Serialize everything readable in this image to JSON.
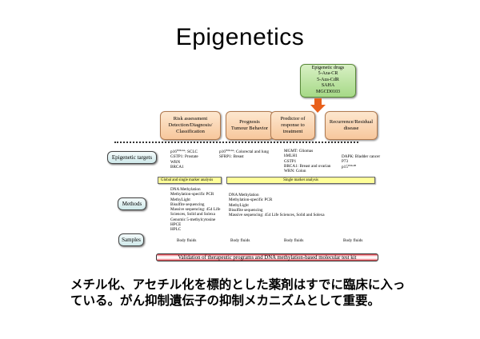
{
  "slide": {
    "title": "Epigenetics",
    "drugs_box": {
      "lines": [
        "Epigenetic drugs",
        "5-Aza-CR",
        "5-Aza-CdR",
        "SAHA",
        "MGCD0103"
      ]
    },
    "categories": [
      {
        "lines": [
          "Risk assessment",
          "Detection/Diagnosis/",
          "Classification"
        ]
      },
      {
        "lines": [
          "Prognosis",
          "Tumour Behavior"
        ]
      },
      {
        "lines": [
          "Predictor of",
          "response to",
          "treatment"
        ]
      },
      {
        "lines": [
          "Recurrence/Residual",
          "disease"
        ]
      }
    ],
    "rows": {
      "targets_label": "Epigenetic targets",
      "methods_label": "Methods",
      "samples_label": "Samples"
    },
    "targets": {
      "col1": [
        {
          "gene": "p16",
          "sup": "INK4A",
          "text": ": SCLC"
        },
        {
          "gene": "GSTP1",
          "sup": "",
          "text": ": Prostate"
        },
        {
          "gene": "WRN",
          "sup": "",
          "text": ""
        },
        {
          "gene": "BRCA1",
          "sup": "",
          "text": ""
        }
      ],
      "col2": [
        {
          "gene": "p16",
          "sup": "INK4A",
          "text": ": Colorectal and lung"
        },
        {
          "gene": "SFRP1",
          "sup": "",
          "text": ": Breast"
        }
      ],
      "col3": [
        {
          "gene": "MGMT",
          "sup": "",
          "text": ": Gliomas"
        },
        {
          "gene": "hMLH1",
          "sup": "",
          "text": ""
        },
        {
          "gene": "GSTP1",
          "sup": "",
          "text": ""
        },
        {
          "gene": "BRCA1",
          "sup": "",
          "text": ": Breast and ovarian"
        },
        {
          "gene": "WRN",
          "sup": "",
          "text": ": Colon"
        }
      ],
      "col4": [
        {
          "gene": "DAPK",
          "sup": "",
          "text": ": Bladder cancer"
        },
        {
          "gene": "P73",
          "sup": "",
          "text": ""
        },
        {
          "gene": "p15",
          "sup": "INK4B",
          "text": ""
        }
      ]
    },
    "analysis_bars": {
      "left": "Global and single marker analysis",
      "right": "Single marker analysis"
    },
    "methods": {
      "col1": [
        "DNA Methylation",
        "Methylation-specific PCR",
        "MethyLight",
        "Bisulfite sequencing",
        "Massive sequencing: 454 Life",
        "Sciences, Solid and Solexa",
        "Genomic 5-methylcytosine",
        "HPCE",
        "HPLC"
      ],
      "col2": [
        "DNA Methylation",
        "Methylation-specific PCR",
        "MethyLight",
        "Bisulfite sequencing",
        "Massive sequencing: 454 Life Sciences, Solid and Solexa"
      ]
    },
    "samples": [
      "Body fluids",
      "Body fluids",
      "Body fluids",
      "Body fluids"
    ],
    "validation_bar": "Validation of therapeutic programs and  DNA methylation-based molecular test kit",
    "caption": {
      "line1": "メチル化、アセチル化を標的とした薬剤はすでに臨床に入っ",
      "line2": "ている。がん抑制遺伝子の抑制メカニズムとして重要。"
    },
    "colors": {
      "drugs_box": "#a6d987",
      "category_box": "#f7c79c",
      "arrow": "#e8601c",
      "row_label_box": "#cfe9ea",
      "analysis_bar": "#ffff99",
      "validation_bar_border": "#e0303a"
    }
  }
}
